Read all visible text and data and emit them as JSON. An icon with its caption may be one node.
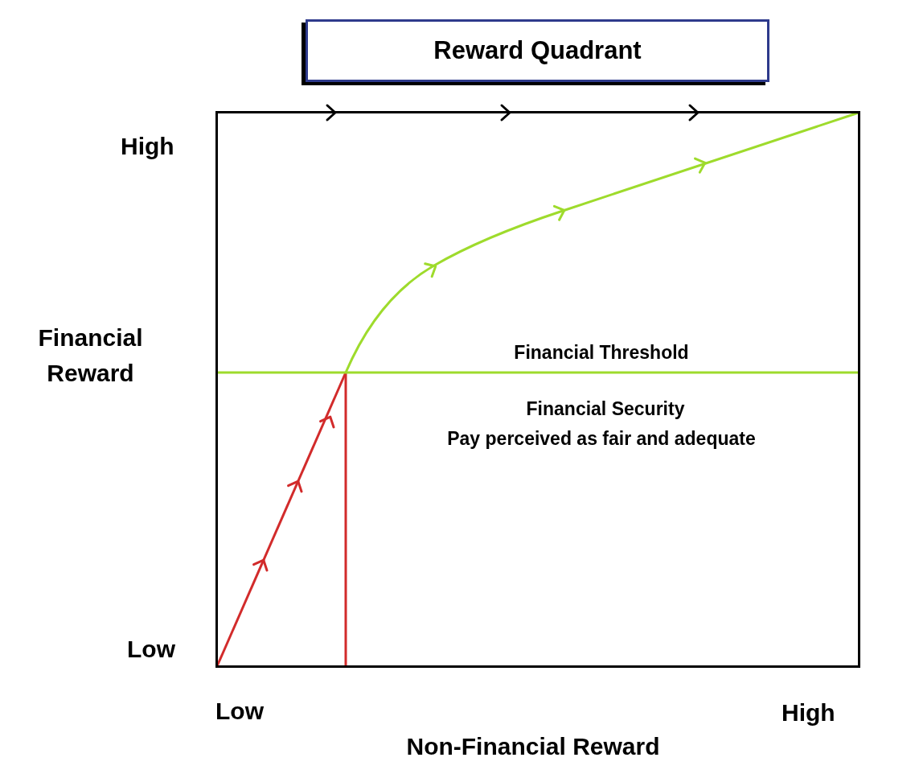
{
  "diagram": {
    "title": "Reward Quadrant",
    "nodes": [
      {
        "text": [
          "Financial Threshold",
          "Financial Security",
          "Pay perceived as fair and adequate"
        ]
      }
    ],
    "edges": [],
    "labels": [
      "High",
      "Financial Reward",
      "Low",
      "Low",
      "High",
      "Non-Financial Reward"
    ]
  }
}
